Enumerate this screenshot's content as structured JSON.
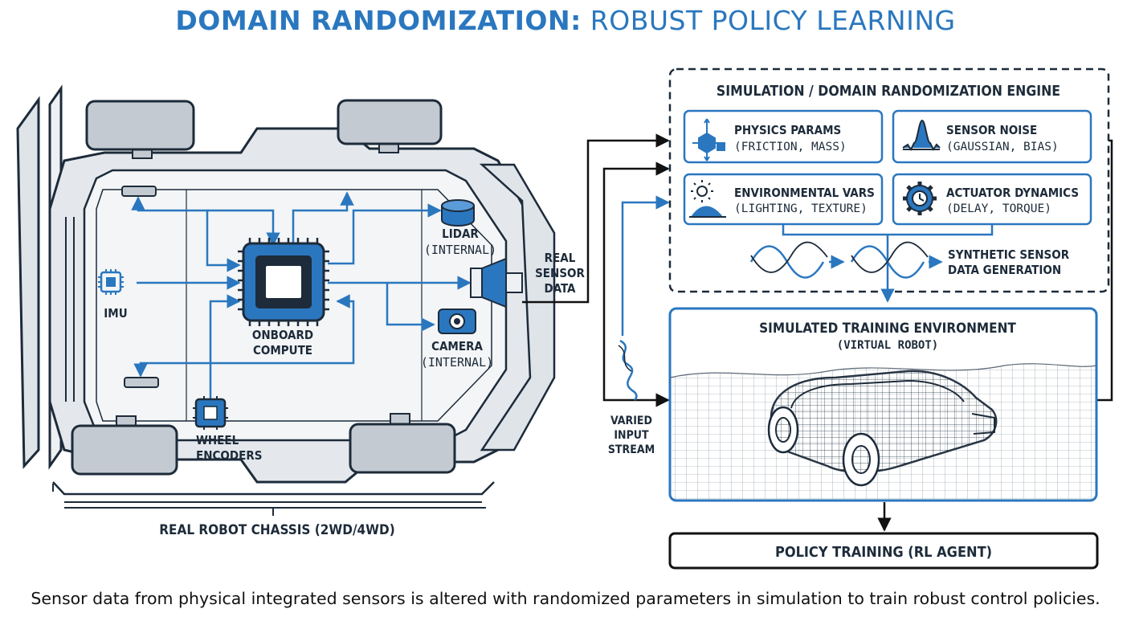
{
  "title": {
    "bold": "DOMAIN RANDOMIZATION:",
    "light": "ROBUST POLICY LEARNING"
  },
  "robot": {
    "imu": "IMU",
    "compute_line1": "ONBOARD",
    "compute_line2": "COMPUTE",
    "lidar_line1": "LIDAR",
    "lidar_line2": "(INTERNAL)",
    "camera_line1": "CAMERA",
    "camera_line2": "(INTERNAL)",
    "wheel_line1": "WHEEL",
    "wheel_line2": "ENCODERS",
    "chassis_label": "REAL ROBOT CHASSIS (2WD/4WD)"
  },
  "links": {
    "real_line1": "REAL",
    "real_line2": "SENSOR",
    "real_line3": "DATA",
    "varied_line1": "VARIED",
    "varied_line2": "INPUT",
    "varied_line3": "STREAM"
  },
  "engine": {
    "title": "SIMULATION / DOMAIN RANDOMIZATION ENGINE",
    "physics_title": "PHYSICS PARAMS",
    "physics_sub": "(FRICTION, MASS)",
    "noise_title": "SENSOR NOISE",
    "noise_sub": "(GAUSSIAN, BIAS)",
    "env_title": "ENVIRONMENTAL VARS",
    "env_sub": "(LIGHTING, TEXTURE)",
    "act_title": "ACTUATOR DYNAMICS",
    "act_sub": "(DELAY, TORQUE)",
    "synth_line1": "SYNTHETIC SENSOR",
    "synth_line2": "DATA GENERATION"
  },
  "sim_env": {
    "title": "SIMULATED TRAINING ENVIRONMENT",
    "subtitle": "(VIRTUAL ROBOT)"
  },
  "policy": {
    "label": "POLICY TRAINING (RL AGENT)"
  },
  "caption": "Sensor data from physical integrated sensors is altered with randomized parameters in simulation to train robust control policies.",
  "colors": {
    "accent": "#2a77bf",
    "dark": "#1d2b3a",
    "chassis_fill": "#eef1f4",
    "wheel_fill": "#c4cad1"
  }
}
